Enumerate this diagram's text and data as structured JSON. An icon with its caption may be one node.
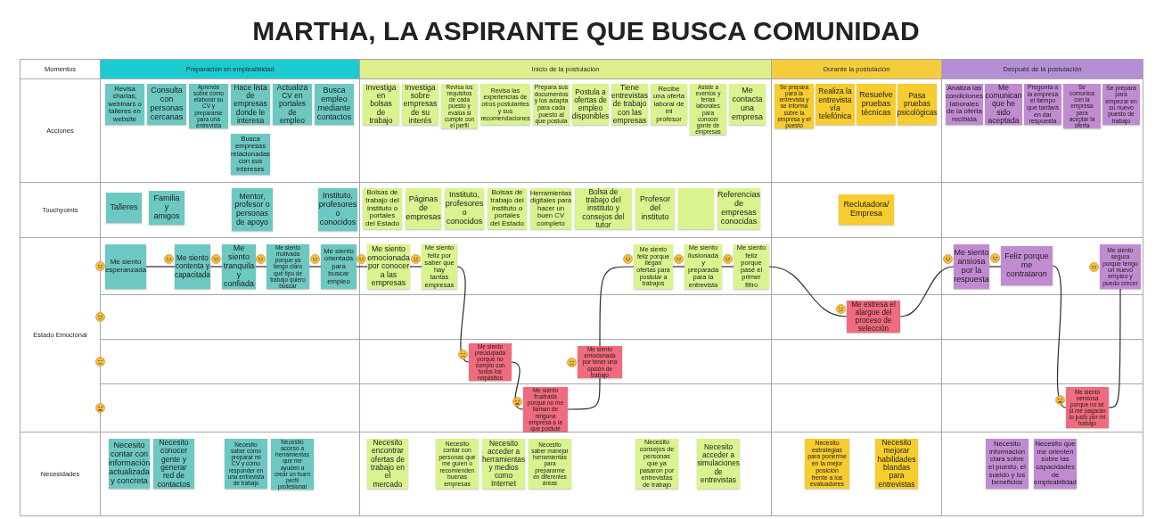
{
  "diagram": {
    "title": "MARTHA, LA ASPIRANTE QUE BUSCA COMUNIDAD",
    "nodes": [
      {
        "text": [
          "Momentos"
        ]
      },
      {
        "text": [
          "Preparación en empleabilidad"
        ]
      },
      {
        "text": [
          "Inicio de la postulación"
        ]
      },
      {
        "text": [
          "Durante la postulación"
        ]
      },
      {
        "text": [
          "Después de la postulación"
        ]
      },
      {
        "text": [
          "Acciones"
        ]
      },
      {
        "text": [
          "Revisa charlas, webinars o talleres en website"
        ]
      },
      {
        "text": [
          "Consulta con personas cercanas"
        ]
      },
      {
        "text": [
          "Aprende sobre cómo elaborar su CV y prepararse para una entrevista"
        ]
      },
      {
        "text": [
          "Hace lista de empresas donde le interesa"
        ]
      },
      {
        "text": [
          "Actualiza CV en portales de empleo"
        ]
      },
      {
        "text": [
          "Busca empleo mediante contactos"
        ]
      },
      {
        "text": [
          "Busca empresas relacionadas con sus intereses"
        ]
      },
      {
        "text": [
          "Investiga en bolsas de trabajo"
        ]
      },
      {
        "text": [
          "Investiga sobre empresas de su interés"
        ]
      },
      {
        "text": [
          "Revisa los requisitos de cada puesto y evalúa si cumple con el perfil"
        ]
      },
      {
        "text": [
          "Revisa las experiencias de otros postulantes y sus recomendaciones"
        ]
      },
      {
        "text": [
          "Prepara sus documentos y los adapta para cada puesto al que postula"
        ]
      },
      {
        "text": [
          "Postula a ofertas de empleo disponibles"
        ]
      },
      {
        "text": [
          "Tiene entrevistas de trabajo con las empresas"
        ]
      },
      {
        "text": [
          "Recibe una oferta laboral de mi profesor"
        ]
      },
      {
        "text": [
          "Asiste a eventos y ferias laborales para conocer gente de empresas"
        ]
      },
      {
        "text": [
          "Me contacta una empresa"
        ]
      },
      {
        "text": [
          "Se prepara para la entrevista y se informa sobre la empresa y el puesto"
        ]
      },
      {
        "text": [
          "Realiza la entrevista vía telefónica"
        ]
      },
      {
        "text": [
          "Resuelve pruebas técnicas"
        ]
      },
      {
        "text": [
          "Pasa pruebas psicológicas"
        ]
      },
      {
        "text": [
          "Analiza las condiciones laborales de la oferta recibida"
        ]
      },
      {
        "text": [
          "Me comunican que he sido aceptada"
        ]
      },
      {
        "text": [
          "Pregunta a la empresa el tiempo que tardará en dar respuesta"
        ]
      },
      {
        "text": [
          "Se comunica con la empresa para aceptar la oferta"
        ]
      },
      {
        "text": [
          "Se prepara para empezar en su nuevo puesto de trabajo"
        ]
      },
      {
        "text": [
          "Touchpoints"
        ]
      },
      {
        "text": [
          "Talleres"
        ]
      },
      {
        "text": [
          "Familia y amigos"
        ]
      },
      {
        "text": [
          "Mentor, profesor o personas de apoyo"
        ]
      },
      {
        "text": [
          "Instituto, profesores o conocidos"
        ]
      },
      {
        "text": [
          "Bolsas de trabajo del instituto o portales del Estado"
        ]
      },
      {
        "text": [
          "Páginas de empresas"
        ]
      },
      {
        "text": [
          "Instituto, profesores o conocidos"
        ]
      },
      {
        "text": [
          "Bolsas de trabajo del instituto o portales del Estado"
        ]
      },
      {
        "text": [
          "Herramientas digitales para hacer un buen CV completo"
        ]
      },
      {
        "text": [
          "Bolsa de trabajo del instituto y consejos del tutor"
        ]
      },
      {
        "text": [
          "Profesor del instituto"
        ]
      },
      {
        "text": [],
        "shape": "box"
      },
      {
        "text": [
          "Referencias de empresas conocidas"
        ]
      },
      {
        "text": [
          "Reclutadora/ Empresa"
        ]
      },
      {
        "text": [
          "Estado Emocional"
        ]
      },
      {
        "text": [
          "Me siento esperanzada"
        ]
      },
      {
        "text": [
          "Me siento contenta y capacitada"
        ]
      },
      {
        "text": [
          "Me siento tranquila y confiada"
        ]
      },
      {
        "text": [
          "Me siento motivada porque ya tengo claro qué tipo de trabajo quiero buscar"
        ]
      },
      {
        "text": [
          "Me siento orientada para buscar empleo"
        ]
      },
      {
        "text": [
          "Me siento emocionada por conocer a las empresas"
        ]
      },
      {
        "text": [
          "Me siento feliz por saber que hay tantas empresas"
        ]
      },
      {
        "text": [
          "Me siento preocupada porque no cumplo con todos los requisitos"
        ]
      },
      {
        "text": [
          "Me siento frustrada porque no me llaman de ninguna empresa a la que postulé"
        ]
      },
      {
        "text": [
          "Me siento emocionada por tener una opción de trabajo"
        ]
      },
      {
        "text": [
          "Me siento feliz porque llegan ofertas para postular a trabajos"
        ]
      },
      {
        "text": [
          "Me siento ilusionada y preparada para la entrevista"
        ]
      },
      {
        "text": [
          "Me siento feliz porque pasé el primer filtro"
        ]
      },
      {
        "text": [
          "Me estresa el alargue del proceso de selección"
        ]
      },
      {
        "text": [
          "Me siento ansiosa por la respuesta"
        ]
      },
      {
        "text": [
          "Feliz porque me contrataron"
        ]
      },
      {
        "text": [
          "Me siento nerviosa porque no sé si me pagarán lo justo por mi trabajo"
        ]
      },
      {
        "text": [
          "Me siento segura porque tengo un nuevo empleo y puedo crecer"
        ]
      },
      {
        "text": [
          "Necesidades"
        ]
      },
      {
        "text": [
          "Necesito contar con información actualizada y concreta"
        ]
      },
      {
        "text": [
          "Necesito conocer gente y generar red de contactos"
        ]
      },
      {
        "text": [
          "Necesito saber cómo preparar mi CV y cómo responder en una entrevista de trabajo"
        ]
      },
      {
        "text": [
          "Necesito acceso a herramientas que me ayuden a crear un buen perfil profesional"
        ]
      },
      {
        "text": [
          "Necesito encontrar ofertas de trabajo en el mercado"
        ]
      },
      {
        "text": [
          "Necesito contar con personas que me guíen o recomienden buenas empresas"
        ]
      },
      {
        "text": [
          "Necesito acceder a herramientas y medios como Internet"
        ]
      },
      {
        "text": [
          "Necesito saber manejar herramientas para prepararme en diferentes áreas"
        ]
      },
      {
        "text": [
          "Necesito consejos de personas que ya pasaron por entrevistas de trabajo"
        ]
      },
      {
        "text": [
          "Necesito acceder a simulaciones de entrevistas"
        ]
      },
      {
        "text": [
          "Necesito estrategias para ponerme en la mejor posición frente a los evaluadores"
        ]
      },
      {
        "text": [
          "Necesito mejorar habilidades blandas para entrevistas"
        ]
      },
      {
        "text": [
          "Necesito información clara sobre el puesto, el sueldo y los beneficios"
        ]
      },
      {
        "text": [
          "Necesito que me orienten sobre las capacidades de empleabilidad"
        ]
      }
    ],
    "edges": [
      {
        "from": 48,
        "to": 49,
        "arrow": "none"
      },
      {
        "from": 49,
        "to": 50,
        "arrow": "none"
      },
      {
        "from": 50,
        "to": 51,
        "arrow": "none"
      },
      {
        "from": 51,
        "to": 52,
        "arrow": "none"
      },
      {
        "from": 52,
        "to": 53,
        "arrow": "none"
      },
      {
        "from": 53,
        "to": 54,
        "arrow": "none"
      },
      {
        "from": 54,
        "to": 55,
        "arrow": "none"
      },
      {
        "from": 55,
        "to": 56,
        "arrow": "none"
      },
      {
        "from": 56,
        "to": 57,
        "arrow": "none"
      },
      {
        "from": 57,
        "to": 58,
        "arrow": "none"
      },
      {
        "from": 58,
        "to": 59,
        "arrow": "none"
      },
      {
        "from": 59,
        "to": 60,
        "arrow": "none"
      },
      {
        "from": 60,
        "to": 61,
        "arrow": "none"
      },
      {
        "from": 61,
        "to": 62,
        "arrow": "none"
      },
      {
        "from": 62,
        "to": 63,
        "arrow": "none"
      },
      {
        "from": 63,
        "to": 64,
        "arrow": "none"
      },
      {
        "from": 64,
        "to": 65,
        "arrow": "none"
      }
    ]
  }
}
